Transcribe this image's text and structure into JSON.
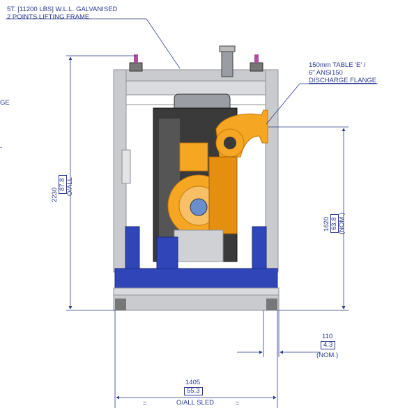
{
  "callouts": {
    "lifting_frame": [
      "5T. [11200 LBS] W.L.L. GALVANISED",
      "2 POINTS LIFTING FRAME"
    ],
    "discharge": [
      "150mm TABLE 'E' /",
      "6\" ANSI150",
      "DISCHARGE FLANGE"
    ]
  },
  "dimensions": {
    "overall_height": {
      "mm": "2230",
      "in": "87.8",
      "note": "O/ALL"
    },
    "discharge_height": {
      "mm": "1620",
      "in": "63.8",
      "note": "(NOM.)"
    },
    "offset": {
      "mm": "110",
      "in": "4.3",
      "note": "(NOM.)"
    },
    "sled_width": {
      "mm": "1405",
      "in": "55.3",
      "note": "O/ALL SLED"
    },
    "equal_marks": [
      "=",
      "="
    ]
  },
  "cut_off_text": {
    "left_1": "GE",
    "left_2": "-"
  },
  "colors": {
    "line": "#2a3a8f",
    "frame": "#c9cbcf",
    "frame_dark": "#8e9196",
    "pump": "#f5a623",
    "pump_dark": "#c77a0c",
    "skid": "#2f45b8",
    "engine": "#3a3a3a"
  }
}
